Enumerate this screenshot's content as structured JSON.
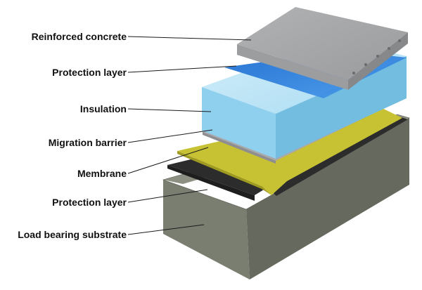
{
  "diagram": {
    "layers": [
      {
        "label": "Reinforced concrete"
      },
      {
        "label": "Protection layer"
      },
      {
        "label": "Insulation"
      },
      {
        "label": "Migration barrier"
      },
      {
        "label": "Membrane"
      },
      {
        "label": "Protection layer"
      },
      {
        "label": "Load bearing substrate"
      }
    ],
    "colors": {
      "substrate_top": "#8f9284",
      "substrate_front": "#74786a",
      "substrate_side": "#5f6358",
      "black_membrane": "#2c2c2c",
      "yellow_membrane": "#c7c233",
      "migration_barrier": "#a9a9ad",
      "insulation_top": "#bfe6f6",
      "insulation_front": "#8fd1ee",
      "insulation_side": "#72bde0",
      "blue_protection": "#2f7fd8",
      "concrete_top": "#a2a3a5",
      "concrete_side": "#898a8c",
      "leader_line": "#1a1a1a"
    }
  }
}
